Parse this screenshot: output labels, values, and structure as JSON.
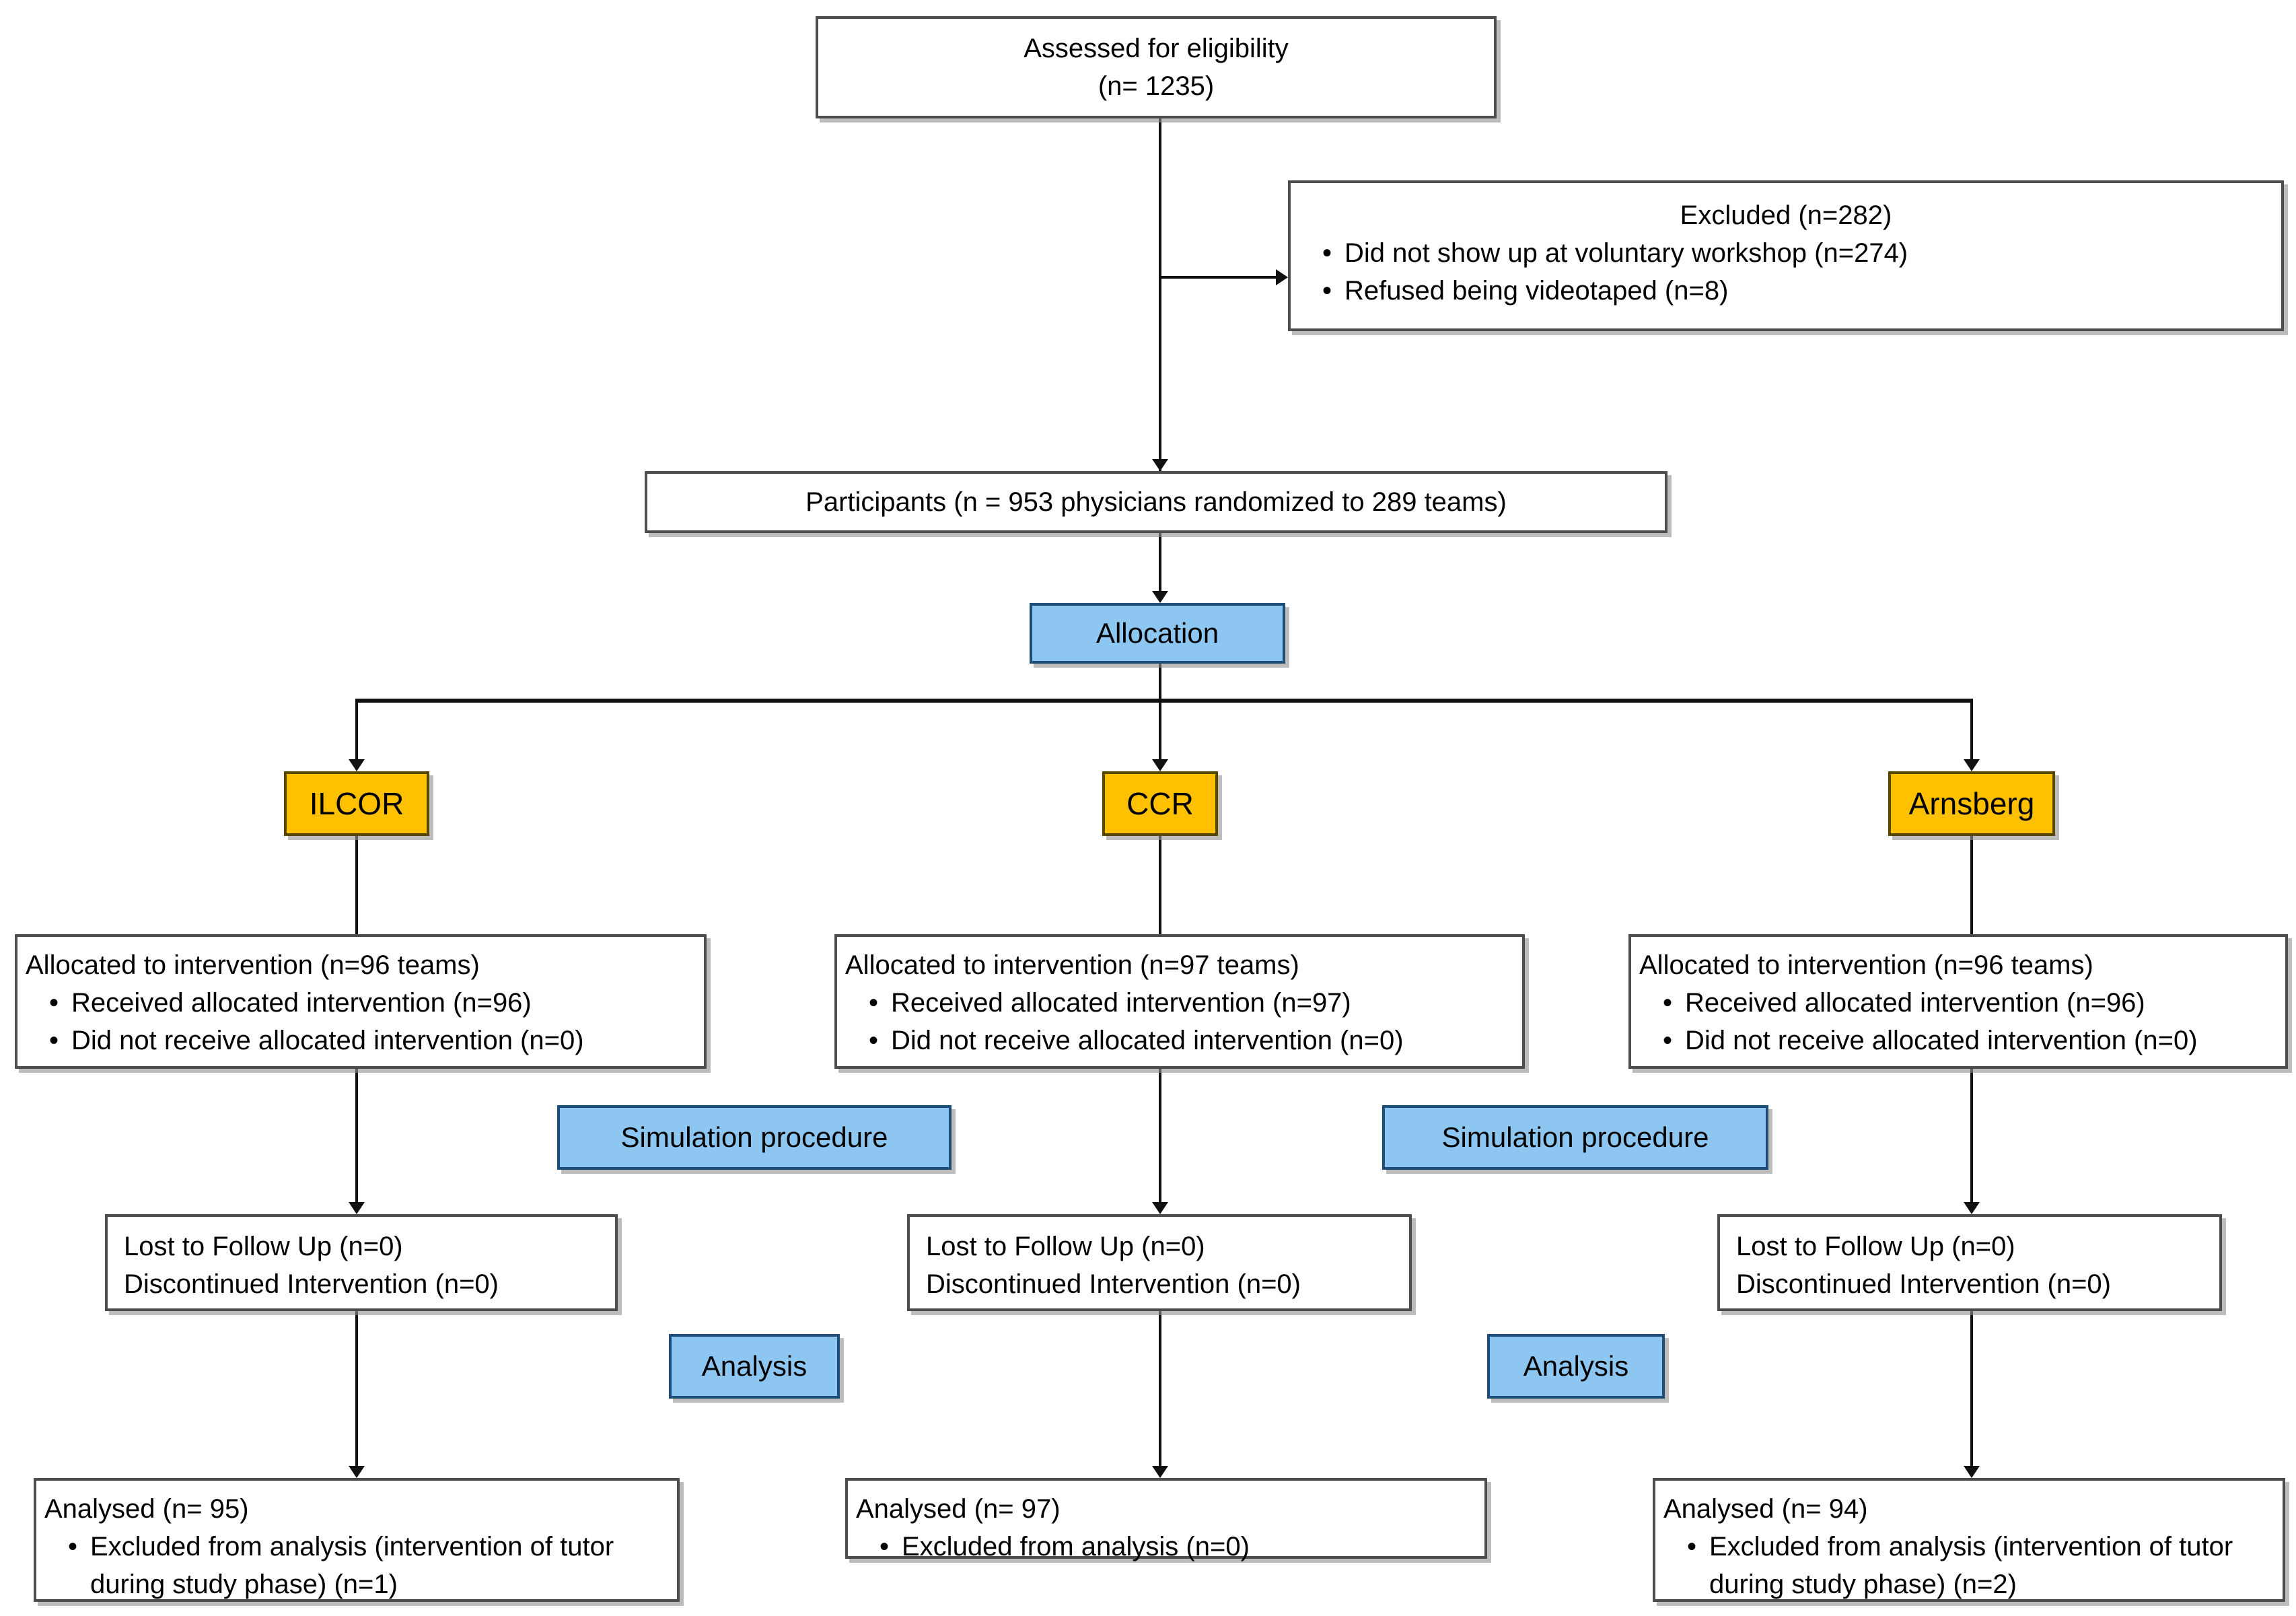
{
  "diagram": {
    "title": "CONSORT participant flow diagram",
    "colors": {
      "phase_fill": "#8DC7F1",
      "phase_border": "#1F4E79",
      "arm_fill": "#FFC000",
      "arm_border": "#574800",
      "box_border": "#4D4D4D",
      "connector": "#111111"
    },
    "assessed": {
      "line1": "Assessed for eligibility",
      "line2": "(n= 1235)"
    },
    "excluded": {
      "title": "Excluded (n=282)",
      "bullets": [
        "Did not show up at voluntary workshop (n=274)",
        "Refused being videotaped (n=8)"
      ]
    },
    "participants": {
      "text": "Participants (n = 953 physicians randomized to 289 teams)"
    },
    "allocation_label": "Allocation",
    "simulation_labels": [
      "Simulation procedure",
      "Simulation procedure"
    ],
    "analysis_labels": [
      "Analysis",
      "Analysis"
    ],
    "arms": [
      {
        "name": "ILCOR",
        "allocated": {
          "title": "Allocated to intervention (n=96 teams)",
          "bullets": [
            "Received allocated intervention (n=96)",
            "Did not receive allocated intervention (n=0)"
          ]
        },
        "followup": {
          "line1": "Lost to Follow Up (n=0)",
          "line2": "Discontinued Intervention (n=0)"
        },
        "analysed": {
          "title": "Analysed (n= 95)",
          "bullets": [
            "Excluded from analysis (intervention of tutor during study phase) (n=1)"
          ]
        }
      },
      {
        "name": "CCR",
        "allocated": {
          "title": "Allocated to intervention (n=97 teams)",
          "bullets": [
            "Received allocated intervention (n=97)",
            "Did not receive allocated intervention (n=0)"
          ]
        },
        "followup": {
          "line1": "Lost to Follow Up (n=0)",
          "line2": "Discontinued Intervention (n=0)"
        },
        "analysed": {
          "title": "Analysed (n= 97)",
          "bullets": [
            "Excluded from analysis (n=0)"
          ]
        }
      },
      {
        "name": "Arnsberg",
        "allocated": {
          "title": "Allocated to intervention (n=96 teams)",
          "bullets": [
            "Received allocated intervention (n=96)",
            "Did not receive allocated intervention (n=0)"
          ]
        },
        "followup": {
          "line1": "Lost to Follow Up (n=0)",
          "line2": "Discontinued Intervention (n=0)"
        },
        "analysed": {
          "title": "Analysed (n= 94)",
          "bullets": [
            "Excluded from analysis (intervention of tutor during study phase) (n=2)"
          ]
        }
      }
    ]
  }
}
